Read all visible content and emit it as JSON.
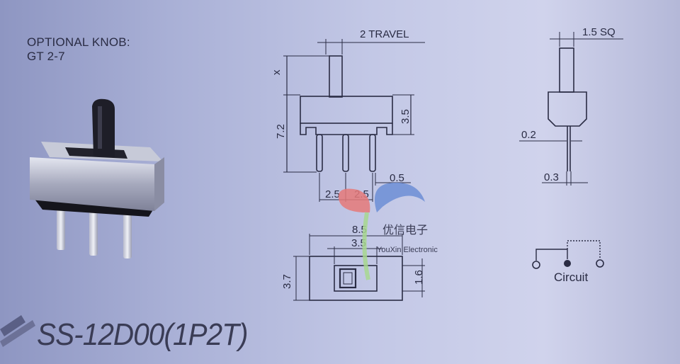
{
  "header": {
    "line1": "OPTIONAL KNOB:",
    "line2": "GT 2-7"
  },
  "model": "SS-12D00(1P2T)",
  "dimensions": {
    "travel": "2 TRAVEL",
    "x": "x",
    "height_total": "7.2",
    "body_height": "3.5",
    "pitch_left": "2.5",
    "pitch_right": "2.5",
    "pin_gap": "0.5",
    "knob_square": "1.5 SQ",
    "pin_thickness": "0.2",
    "pin_width": "0.3",
    "length": "8.5",
    "slot_length": "3.5",
    "width": "3.7",
    "slot_width": "1.6"
  },
  "circuit_label": "Circuit",
  "watermark": {
    "cn": "优信电子",
    "en": "YouXin Electronic"
  },
  "colors": {
    "ink": "#2a2c44",
    "paper": "#c3c8e6"
  }
}
